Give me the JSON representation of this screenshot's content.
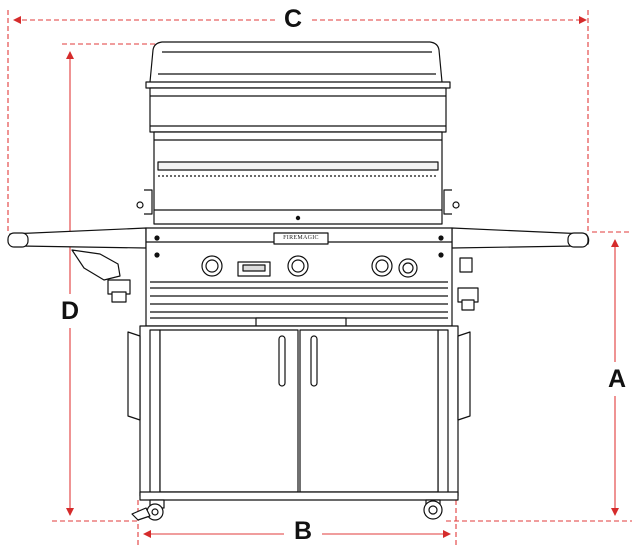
{
  "dimensions": {
    "width_top": "C",
    "height_left": "D",
    "height_right": "A",
    "width_base": "B"
  },
  "grill": {
    "brand_plate": "FIREMAGIC"
  },
  "colors": {
    "line": "#111111",
    "dash": "#e23b3b",
    "background": "#ffffff"
  }
}
